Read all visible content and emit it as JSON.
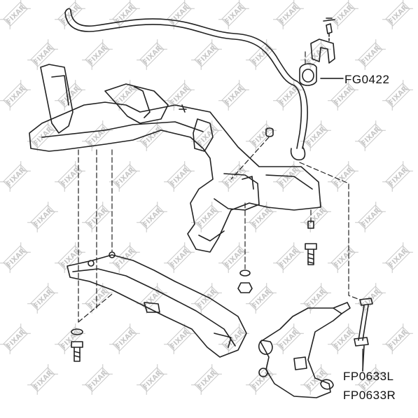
{
  "watermark": {
    "text": "FIXAR"
  },
  "part_labels": {
    "stabilizer_bushing": "FG0422",
    "link_left": "FP0633L",
    "link_right": "FP0633R"
  },
  "colors": {
    "line": "#222222",
    "watermark": "#9a9a9a",
    "background": "#ffffff"
  }
}
